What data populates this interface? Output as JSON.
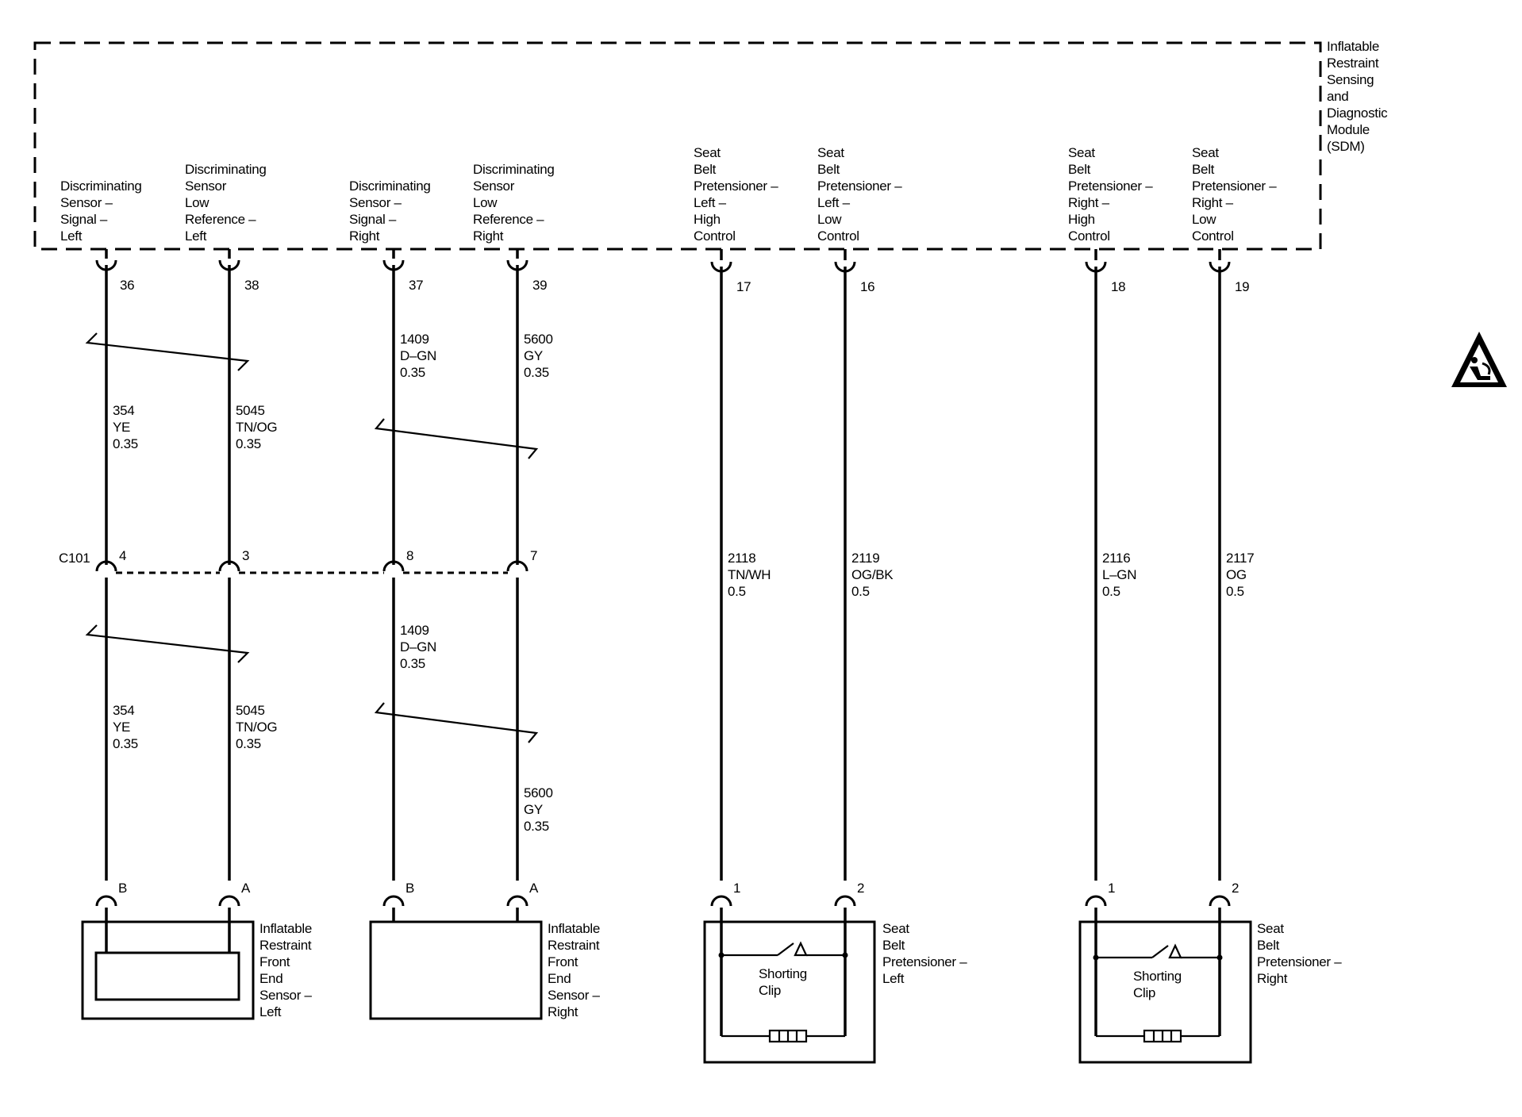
{
  "module": {
    "name_lines": [
      "Inflatable",
      "Restraint",
      "Sensing",
      "and",
      "Diagnostic",
      "Module",
      "(SDM)"
    ]
  },
  "sdm_pins": [
    {
      "pin": "36",
      "label_lines": [
        "Discriminating",
        "Sensor –",
        "Signal –",
        "Left"
      ]
    },
    {
      "pin": "38",
      "label_lines": [
        "Discriminating",
        "Sensor",
        "Low",
        "Reference –",
        "Left"
      ]
    },
    {
      "pin": "37",
      "label_lines": [
        "Discriminating",
        "Sensor –",
        "Signal –",
        "Right"
      ]
    },
    {
      "pin": "39",
      "label_lines": [
        "Discriminating",
        "Sensor",
        "Low",
        "Reference –",
        "Right"
      ]
    },
    {
      "pin": "17",
      "label_lines": [
        "Seat",
        "Belt",
        "Pretensioner –",
        "Left –",
        "High",
        "Control"
      ]
    },
    {
      "pin": "16",
      "label_lines": [
        "Seat",
        "Belt",
        "Pretensioner –",
        "Left –",
        "Low",
        "Control"
      ]
    },
    {
      "pin": "18",
      "label_lines": [
        "Seat",
        "Belt",
        "Pretensioner –",
        "Right –",
        "High",
        "Control"
      ]
    },
    {
      "pin": "19",
      "label_lines": [
        "Seat",
        "Belt",
        "Pretensioner –",
        "Right –",
        "Low",
        "Control"
      ]
    }
  ],
  "connector": {
    "name": "C101",
    "pins": [
      "4",
      "3",
      "8",
      "7"
    ]
  },
  "wires": {
    "upper": [
      {
        "circuit": "354",
        "color": "YE",
        "size": "0.35"
      },
      {
        "circuit": "5045",
        "color": "TN/OG",
        "size": "0.35"
      },
      {
        "circuit": "1409",
        "color": "D–GN",
        "size": "0.35"
      },
      {
        "circuit": "5600",
        "color": "GY",
        "size": "0.35"
      }
    ],
    "lower": [
      {
        "circuit": "354",
        "color": "YE",
        "size": "0.35"
      },
      {
        "circuit": "5045",
        "color": "TN/OG",
        "size": "0.35"
      },
      {
        "circuit": "1409",
        "color": "D–GN",
        "size": "0.35"
      },
      {
        "circuit": "5600",
        "color": "GY",
        "size": "0.35"
      }
    ],
    "pretensioner": [
      {
        "circuit": "2118",
        "color": "TN/WH",
        "size": "0.5"
      },
      {
        "circuit": "2119",
        "color": "OG/BK",
        "size": "0.5"
      },
      {
        "circuit": "2116",
        "color": "L–GN",
        "size": "0.5"
      },
      {
        "circuit": "2117",
        "color": "OG",
        "size": "0.5"
      }
    ]
  },
  "components": {
    "sensor_left": {
      "pins": [
        "B",
        "A"
      ],
      "label_lines": [
        "Inflatable",
        "Restraint",
        "Front",
        "End",
        "Sensor –",
        "Left"
      ]
    },
    "sensor_right": {
      "pins": [
        "B",
        "A"
      ],
      "label_lines": [
        "Inflatable",
        "Restraint",
        "Front",
        "End",
        "Sensor –",
        "Right"
      ]
    },
    "pretensioner_left": {
      "pins": [
        "1",
        "2"
      ],
      "clip_lines": [
        "Shorting",
        "Clip"
      ],
      "label_lines": [
        "Seat",
        "Belt",
        "Pretensioner –",
        "Left"
      ]
    },
    "pretensioner_right": {
      "pins": [
        "1",
        "2"
      ],
      "clip_lines": [
        "Shorting",
        "Clip"
      ],
      "label_lines": [
        "Seat",
        "Belt",
        "Pretensioner –",
        "Right"
      ]
    }
  },
  "icons": {
    "airbag_warning": "airbag-warning-icon"
  }
}
